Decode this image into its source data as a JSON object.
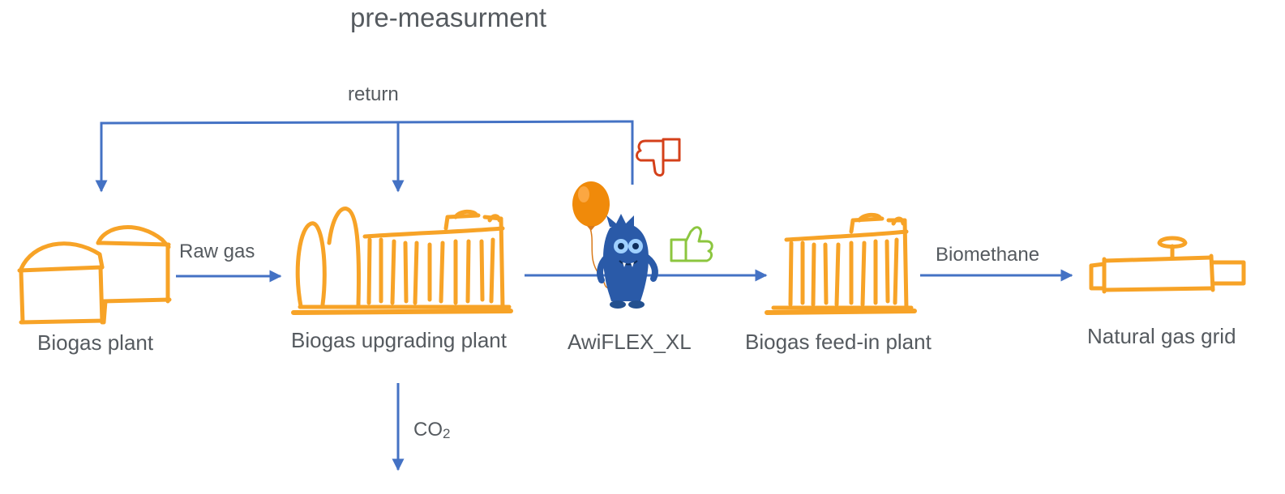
{
  "diagram": {
    "title": "pre-measurment",
    "nodes": {
      "biogas_plant": "Biogas plant",
      "upgrading_plant": "Biogas upgrading plant",
      "awiflex": "AwiFLEX_XL",
      "feed_in_plant": "Biogas feed-in plant",
      "gas_grid": "Natural gas grid"
    },
    "flows": {
      "raw_gas": "Raw gas",
      "biomethane": "Biomethane",
      "co2_main": "CO",
      "co2_sub": "2",
      "return": "return"
    },
    "colors": {
      "arrow": "#4472c4",
      "sketch": "#f7a327",
      "label": "#555a5f",
      "thumbs_down": "#d4401a",
      "thumbs_up": "#8cc63f",
      "mascot": "#2a5aa8",
      "balloon": "#f08a0a"
    },
    "icons": {
      "thumbs_down": "thumbs-down-icon",
      "thumbs_up": "thumbs-up-icon",
      "mascot": "monster-mascot-icon",
      "balloon": "balloon-icon"
    }
  }
}
